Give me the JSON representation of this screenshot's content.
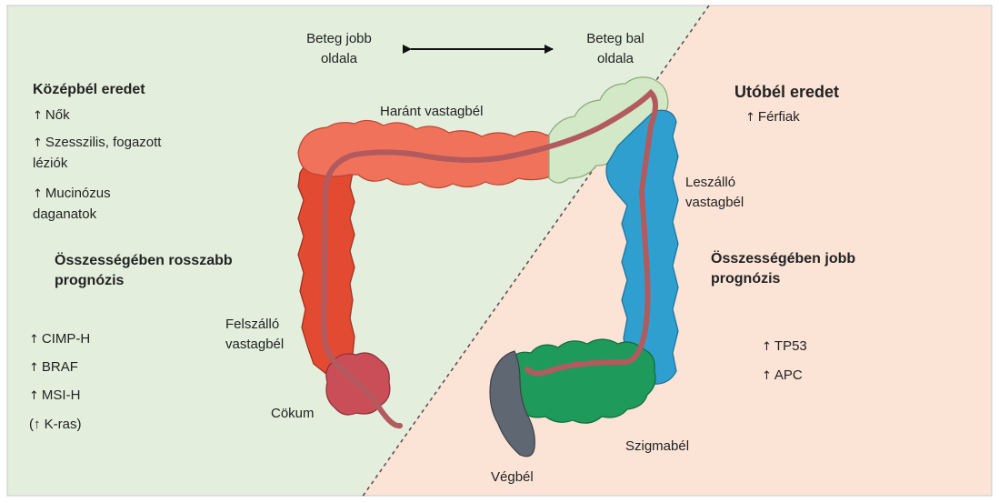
{
  "colors": {
    "midgut_bg": "#e3eedd",
    "hindgut_bg": "#fbe3d6",
    "transverse_right": "#d2e8c6",
    "ascending": "#e24a32",
    "transverse_left": "#f0725a",
    "cecum": "#c94e58",
    "descending": "#2f9fd0",
    "sigmoid": "#1e9a5a",
    "rectum": "#5f6872",
    "inner_tube": "#b25a5e"
  },
  "arrow_symbol": "↑",
  "top": {
    "right_side": "Beteg jobb\noldala",
    "left_side": "Beteg bal\noldala"
  },
  "left": {
    "heading": "Középbél eredet",
    "items": [
      "Nők",
      "Szesszilis, fogazott\nléziók",
      "Mucinózus\ndaganatok"
    ],
    "prognosis": "Összességében rosszabb\nprognózis",
    "markers": [
      "CIMP-H",
      "BRAF",
      "MSI-H"
    ],
    "kras": "(↑ K-ras)"
  },
  "right": {
    "heading": "Utóbél eredet",
    "items": [
      "Férfiak"
    ],
    "prognosis": "Összességében jobb\nprognózis",
    "markers": [
      "TP53",
      "APC"
    ]
  },
  "labels": {
    "transverse": "Haránt vastagbél",
    "descending": "Leszálló\nvastagbél",
    "ascending": "Felszálló\nvastagbél",
    "cecum": "Cökum",
    "sigmoid": "Szigmabél",
    "rectum": "Végbél"
  }
}
